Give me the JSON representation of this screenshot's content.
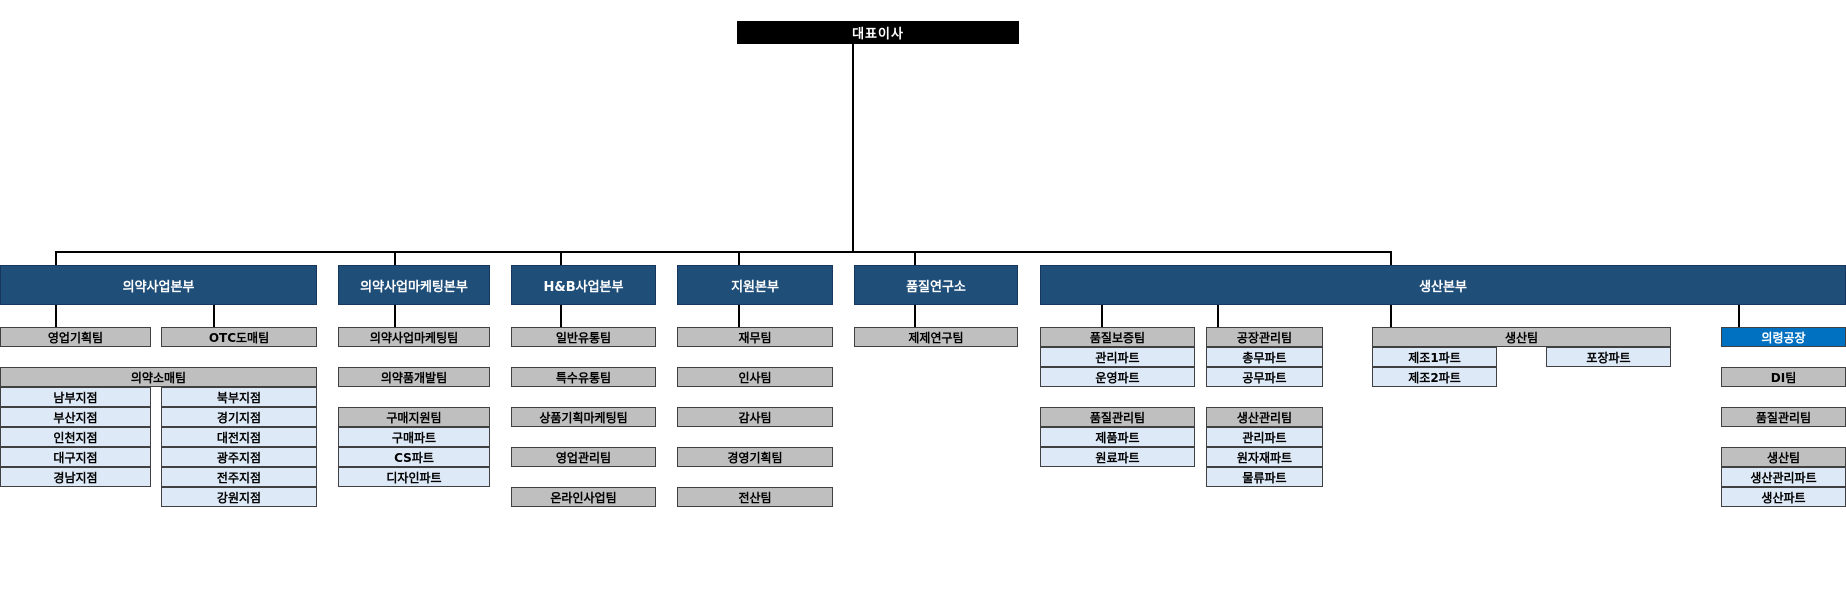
{
  "ceo": "대표이사",
  "divisions": {
    "pharma": "의약사업본부",
    "pharma_marketing": "의약사업마케팅본부",
    "hb": "H&B사업본부",
    "support": "지원본부",
    "qrc": "품질연구소",
    "production": "생산본부"
  },
  "teams": {
    "sales_planning": "영업기획팀",
    "otc_wholesale": "OTC도매팀",
    "pharma_retail": "의약소매팀",
    "pharma_marketing_team": "의약사업마케팅팀",
    "pharma_product_dev": "의약품개발팀",
    "purchase_support": "구매지원팀",
    "general_distribution": "일반유통팀",
    "special_distribution": "특수유통팀",
    "product_planning_marketing": "상품기획마케팅팀",
    "sales_management": "영업관리팀",
    "online_business": "온라인사업팀",
    "finance": "재무팀",
    "hr": "인사팀",
    "audit": "감사팀",
    "management_planning": "경영기획팀",
    "it": "전산팀",
    "formulation_research": "제제연구팀",
    "qa": "품질보증팀",
    "qc": "품질관리팀",
    "plant_management": "공장관리팀",
    "production_management": "생산관리팀",
    "production": "생산팀",
    "uiryeong_plant": "의령공장",
    "di": "DI팀",
    "uiryeong_qc": "품질관리팀",
    "uiryeong_production": "생산팀"
  },
  "parts": {
    "branch_south": "남부지점",
    "branch_busan": "부산지점",
    "branch_incheon": "인천지점",
    "branch_daegu": "대구지점",
    "branch_gyeongnam": "경남지점",
    "branch_north": "북부지점",
    "branch_gyeonggi": "경기지점",
    "branch_daejeon": "대전지점",
    "branch_gwangju": "광주지점",
    "branch_jeonju": "전주지점",
    "branch_gangwon": "강원지점",
    "purchase": "구매파트",
    "cs": "CS파트",
    "design": "디자인파트",
    "qa_management": "관리파트",
    "qa_operation": "운영파트",
    "qc_product": "제품파트",
    "qc_raw": "원료파트",
    "general_affairs": "총무파트",
    "engineering": "공무파트",
    "pm_management": "관리파트",
    "raw_materials": "원자재파트",
    "logistics": "물류파트",
    "mfg1": "제조1파트",
    "mfg2": "제조2파트",
    "packaging": "포장파트",
    "uiryeong_prod_management": "생산관리파트",
    "uiryeong_prod": "생산파트"
  }
}
